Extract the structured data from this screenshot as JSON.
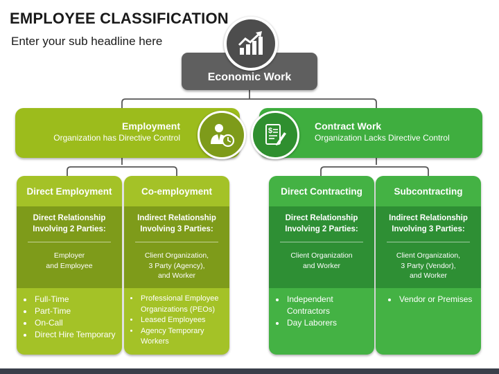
{
  "header": {
    "title": "EMPLOYEE CLASSIFICATION",
    "subtitle": "Enter your sub headline here"
  },
  "top": {
    "label": "Economic Work",
    "icon": "growth-chart-icon"
  },
  "employment": {
    "title": "Employment",
    "subtitle": "Organization has Directive Control",
    "icon": "employee-clock-icon",
    "color": "#9cbc1c"
  },
  "contract": {
    "title": "Contract Work",
    "subtitle": "Organization Lacks Directive Control",
    "icon": "contract-document-icon",
    "color": "#3fae3f"
  },
  "columns": [
    {
      "title": "Direct Employment",
      "relation": "Direct Relationship Involving 2 Parties:",
      "parties": [
        "Employer",
        "and Employee"
      ],
      "bullets": [
        "Full-Time",
        "Part-Time",
        "On-Call",
        "Direct Hire Temporary"
      ]
    },
    {
      "title": "Co-employment",
      "relation": "Indirect Relationship Involving 3 Parties:",
      "parties": [
        "Client Organization,",
        "3 Party (Agency),",
        "and Worker"
      ],
      "bullets": [
        "Professional Employee Organizations (PEOs)",
        "Leased Employees",
        "Agency Temporary Workers"
      ]
    },
    {
      "title": "Direct Contracting",
      "relation": "Direct Relationship Involving 2 Parties:",
      "parties": [
        "Client Organization",
        "and Worker"
      ],
      "bullets": [
        "Independent Contractors",
        "Day Laborers"
      ]
    },
    {
      "title": "Subcontracting",
      "relation": "Indirect Relationship Involving 3 Parties:",
      "parties": [
        "Client Organization,",
        "3 Party (Vendor),",
        "and Worker"
      ],
      "bullets": [
        "Vendor or Premises"
      ]
    }
  ]
}
